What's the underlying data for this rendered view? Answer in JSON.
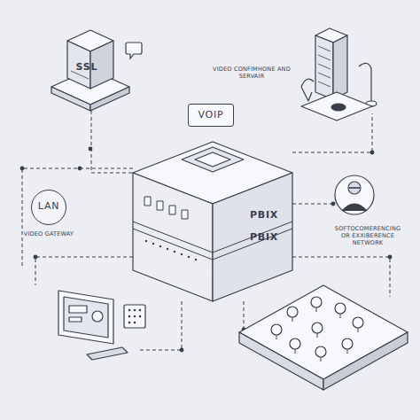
{
  "diagram": {
    "nodes": [
      {
        "text": [
          "SSL"
        ]
      },
      {
        "text": [
          "VOIP"
        ]
      },
      {
        "text": [
          "LAN",
          "VIDEO GATEWAY"
        ]
      },
      {
        "text": [
          "PBIX",
          "PBIX"
        ]
      }
    ],
    "edges": [
      {
        "from": 0,
        "to": 3,
        "arrow": "none"
      }
    ],
    "labels": [
      "VIDEO CONFIMHONE AND SERVAIR",
      "SOFTOCOMERENCING OR EXXIBERENCE NETWORK"
    ]
  }
}
